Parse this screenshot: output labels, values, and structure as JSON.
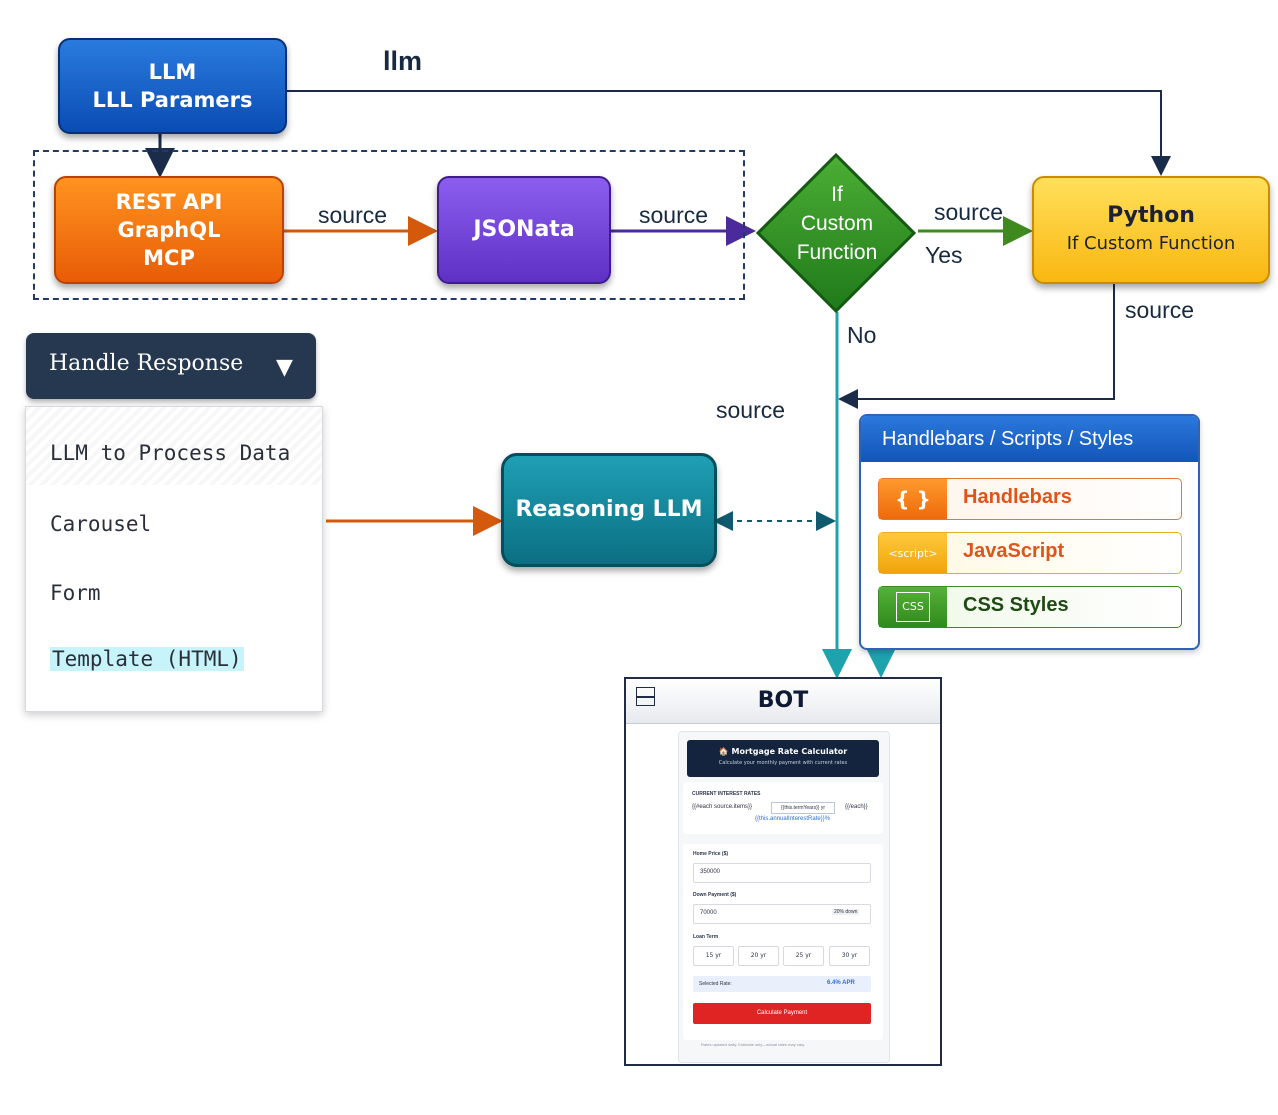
{
  "nodes": {
    "llm": {
      "line1": "LLM",
      "line2": "LLL Paramers"
    },
    "rest": {
      "line1": "REST API",
      "line2": "GraphQL",
      "line3": "MCP"
    },
    "jsonata": {
      "label": "JSONata"
    },
    "decision": {
      "line1": "If",
      "line2": "Custom",
      "line3": "Function"
    },
    "python": {
      "title": "Python",
      "subtitle": "If Custom Function"
    },
    "reasoning": {
      "label": "Reasoning LLM"
    }
  },
  "edge_labels": {
    "llm_top": "llm",
    "rest_to_jsonata": "source",
    "jsonata_to_decision": "source",
    "decision_to_python": "source",
    "yes": "Yes",
    "no": "No",
    "python_down": "source",
    "middle": "source"
  },
  "dropdown": {
    "title": "Handle Response",
    "items": [
      "LLM to Process Data",
      "Carousel",
      "Form",
      "Template (HTML)"
    ]
  },
  "handlebars_panel": {
    "title": "Handlebars / Scripts / Styles",
    "rows": [
      {
        "icon": "{ }",
        "label": "Handlebars"
      },
      {
        "icon": "<script>",
        "label": "JavaScript"
      },
      {
        "icon": "CSS",
        "label": "CSS Styles"
      }
    ]
  },
  "bot": {
    "title": "BOT",
    "card": {
      "title": "🏠 Mortgage Rate Calculator",
      "subtitle": "Calculate your monthly payment with current rates",
      "rates_label": "CURRENT INTEREST RATES",
      "each_open": "{{#each source.items}}",
      "term_year": "{{this.termYears}} yr",
      "each_close": "{{/each}}",
      "rate_expr": "{{this.annualInterestRate}}%",
      "home_price_label": "Home Price ($)",
      "home_price_value": "350000",
      "down_payment_label": "Down Payment ($)",
      "down_payment_value": "70000",
      "down_percent": "20% down",
      "loan_term_label": "Loan Term",
      "terms": [
        "15 yr",
        "20 yr",
        "25 yr",
        "30 yr"
      ],
      "selected_rate_label": "Selected Rate:",
      "selected_rate_value": "6.4% APR",
      "button": "Calculate Payment",
      "footnote": "Rates updated daily. Estimate only—actual rates may vary."
    }
  },
  "colors": {
    "orange_arrow": "#d4590c",
    "purple_arrow": "#4b2a9b",
    "green_arrow": "#3f8a1e",
    "teal_line": "#1ea3ad",
    "navy_line": "#1b2b4a"
  }
}
